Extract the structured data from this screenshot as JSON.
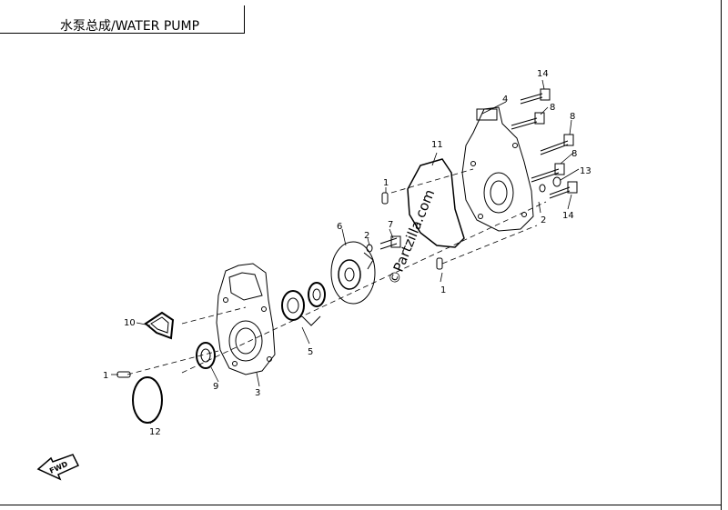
{
  "title": "水泵总成/WATER PUMP",
  "watermark": "©Partzilla.com",
  "fwd_label": "FWD",
  "callouts": {
    "c1a": "1",
    "c1b": "1",
    "c1c": "1",
    "c2a": "2",
    "c2b": "2",
    "c3": "3",
    "c4": "4",
    "c5": "5",
    "c6": "6",
    "c7": "7",
    "c8a": "8",
    "c8b": "8",
    "c8c": "8",
    "c9": "9",
    "c10": "10",
    "c11": "11",
    "c12": "12",
    "c13": "13",
    "c14a": "14",
    "c14b": "14"
  }
}
